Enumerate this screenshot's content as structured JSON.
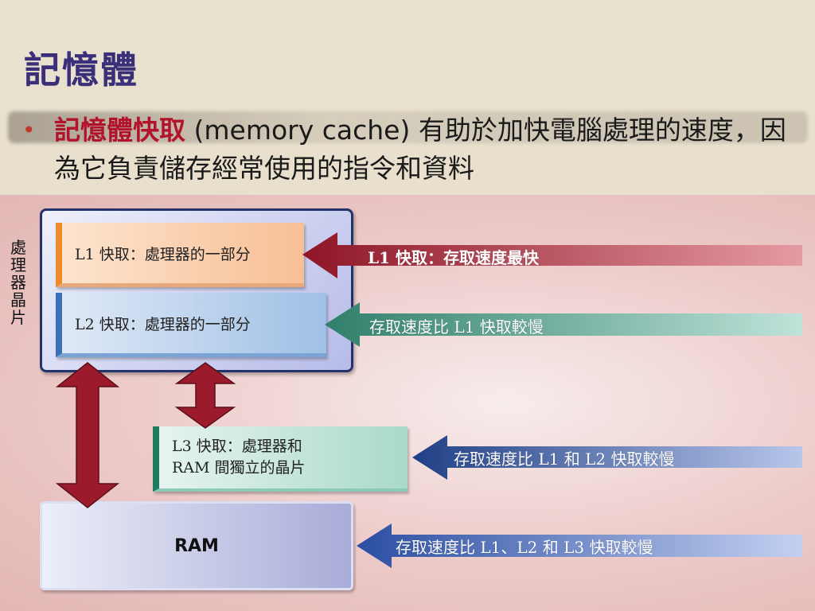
{
  "slide": {
    "title": "記憶體",
    "bullet": {
      "highlight": "記憶體快取",
      "rest": " (memory cache) 有助於加快電腦處理的速度，因為它負責儲存經常使用的指令和資料"
    }
  },
  "diagram": {
    "chip_label": "處理器晶片",
    "l1_box": "L1 快取：處理器的一部分",
    "l2_box": "L2 快取：處理器的一部分",
    "l3_box_line1": "L3 快取：處理器和",
    "l3_box_line2": "RAM 間獨立的晶片",
    "ram_box": "RAM",
    "arrows": {
      "l1": "L1 快取：存取速度最快",
      "l2": "存取速度比 L1 快取較慢",
      "l3": "存取速度比 L1 和 L2 快取較慢",
      "ram": "存取速度比 L1、L2 和 L3 快取較慢"
    }
  },
  "colors": {
    "title": "#3a2f78",
    "highlight": "#b3122b",
    "l1_arrow": "#9b1b2c",
    "l2_arrow": "#3f8f7a",
    "l3_arrow": "#2c4f95",
    "ram_arrow": "#3a5cb0",
    "double_arrow": "#9b1b2c"
  }
}
